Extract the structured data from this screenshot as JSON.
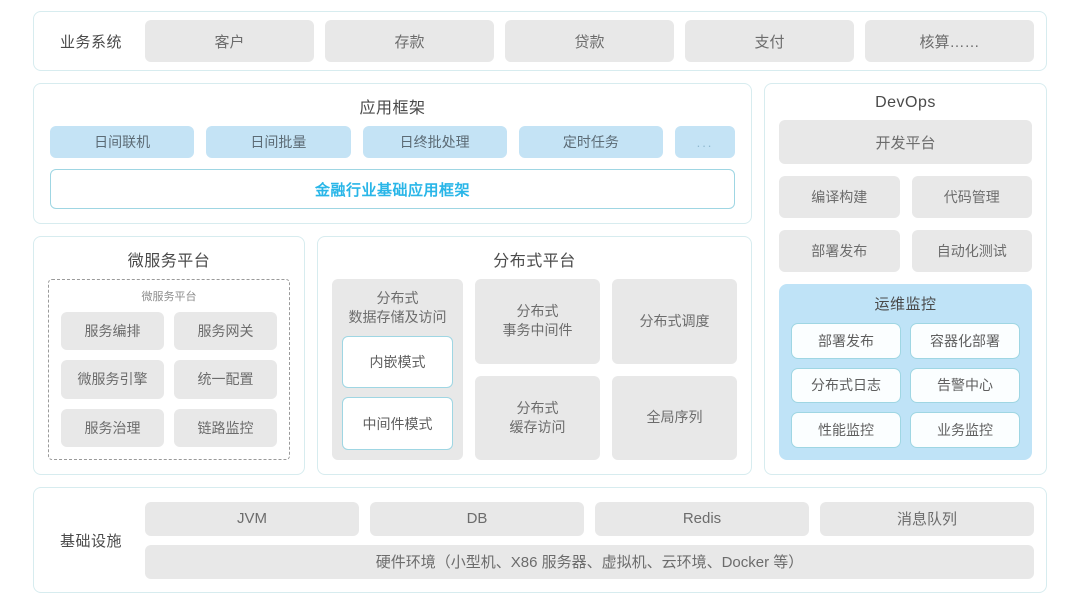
{
  "business_row": {
    "label": "业务系统",
    "items": [
      "客户",
      "存款",
      "贷款",
      "支付",
      "核算……"
    ]
  },
  "app_framework": {
    "title": "应用框架",
    "chips": [
      "日间联机",
      "日间批量",
      "日终批处理",
      "定时任务",
      "..."
    ],
    "banner": "金融行业基础应用框架"
  },
  "microservice": {
    "title": "微服务平台",
    "subtitle": "微服务平台",
    "cells": [
      "服务编排",
      "服务网关",
      "微服务引擎",
      "统一配置",
      "服务治理",
      "链路监控"
    ]
  },
  "distributed": {
    "title": "分布式平台",
    "storage": {
      "title_line1": "分布式",
      "title_line2": "数据存储及访问",
      "modes": [
        "内嵌模式",
        "中间件模式"
      ]
    },
    "cells": [
      {
        "line1": "分布式",
        "line2": "事务中间件"
      },
      {
        "line1": "分布式调度",
        "line2": ""
      },
      {
        "line1": "分布式",
        "line2": "缓存访问"
      },
      {
        "line1": "全局序列",
        "line2": ""
      }
    ]
  },
  "devops": {
    "title": "DevOps",
    "platform": "开发平台",
    "cells": [
      "编译构建",
      "代码管理",
      "部署发布",
      "自动化测试"
    ],
    "ops": {
      "title": "运维监控",
      "cells": [
        "部署发布",
        "容器化部署",
        "分布式日志",
        "告警中心",
        "性能监控",
        "业务监控"
      ]
    }
  },
  "infrastructure": {
    "label": "基础设施",
    "items": [
      "JVM",
      "DB",
      "Redis",
      "消息队列"
    ],
    "hardware": "硬件环境（小型机、X86 服务器、虚拟机、云环境、Docker 等）"
  },
  "colors": {
    "card_border": "#d7ecef",
    "gray_chip": "#e8e8e8",
    "blue_chip": "#c4e3f5",
    "ops_panel": "#bfe3f7",
    "accent": "#29b6e8",
    "mode_border": "#9fd6e3"
  }
}
